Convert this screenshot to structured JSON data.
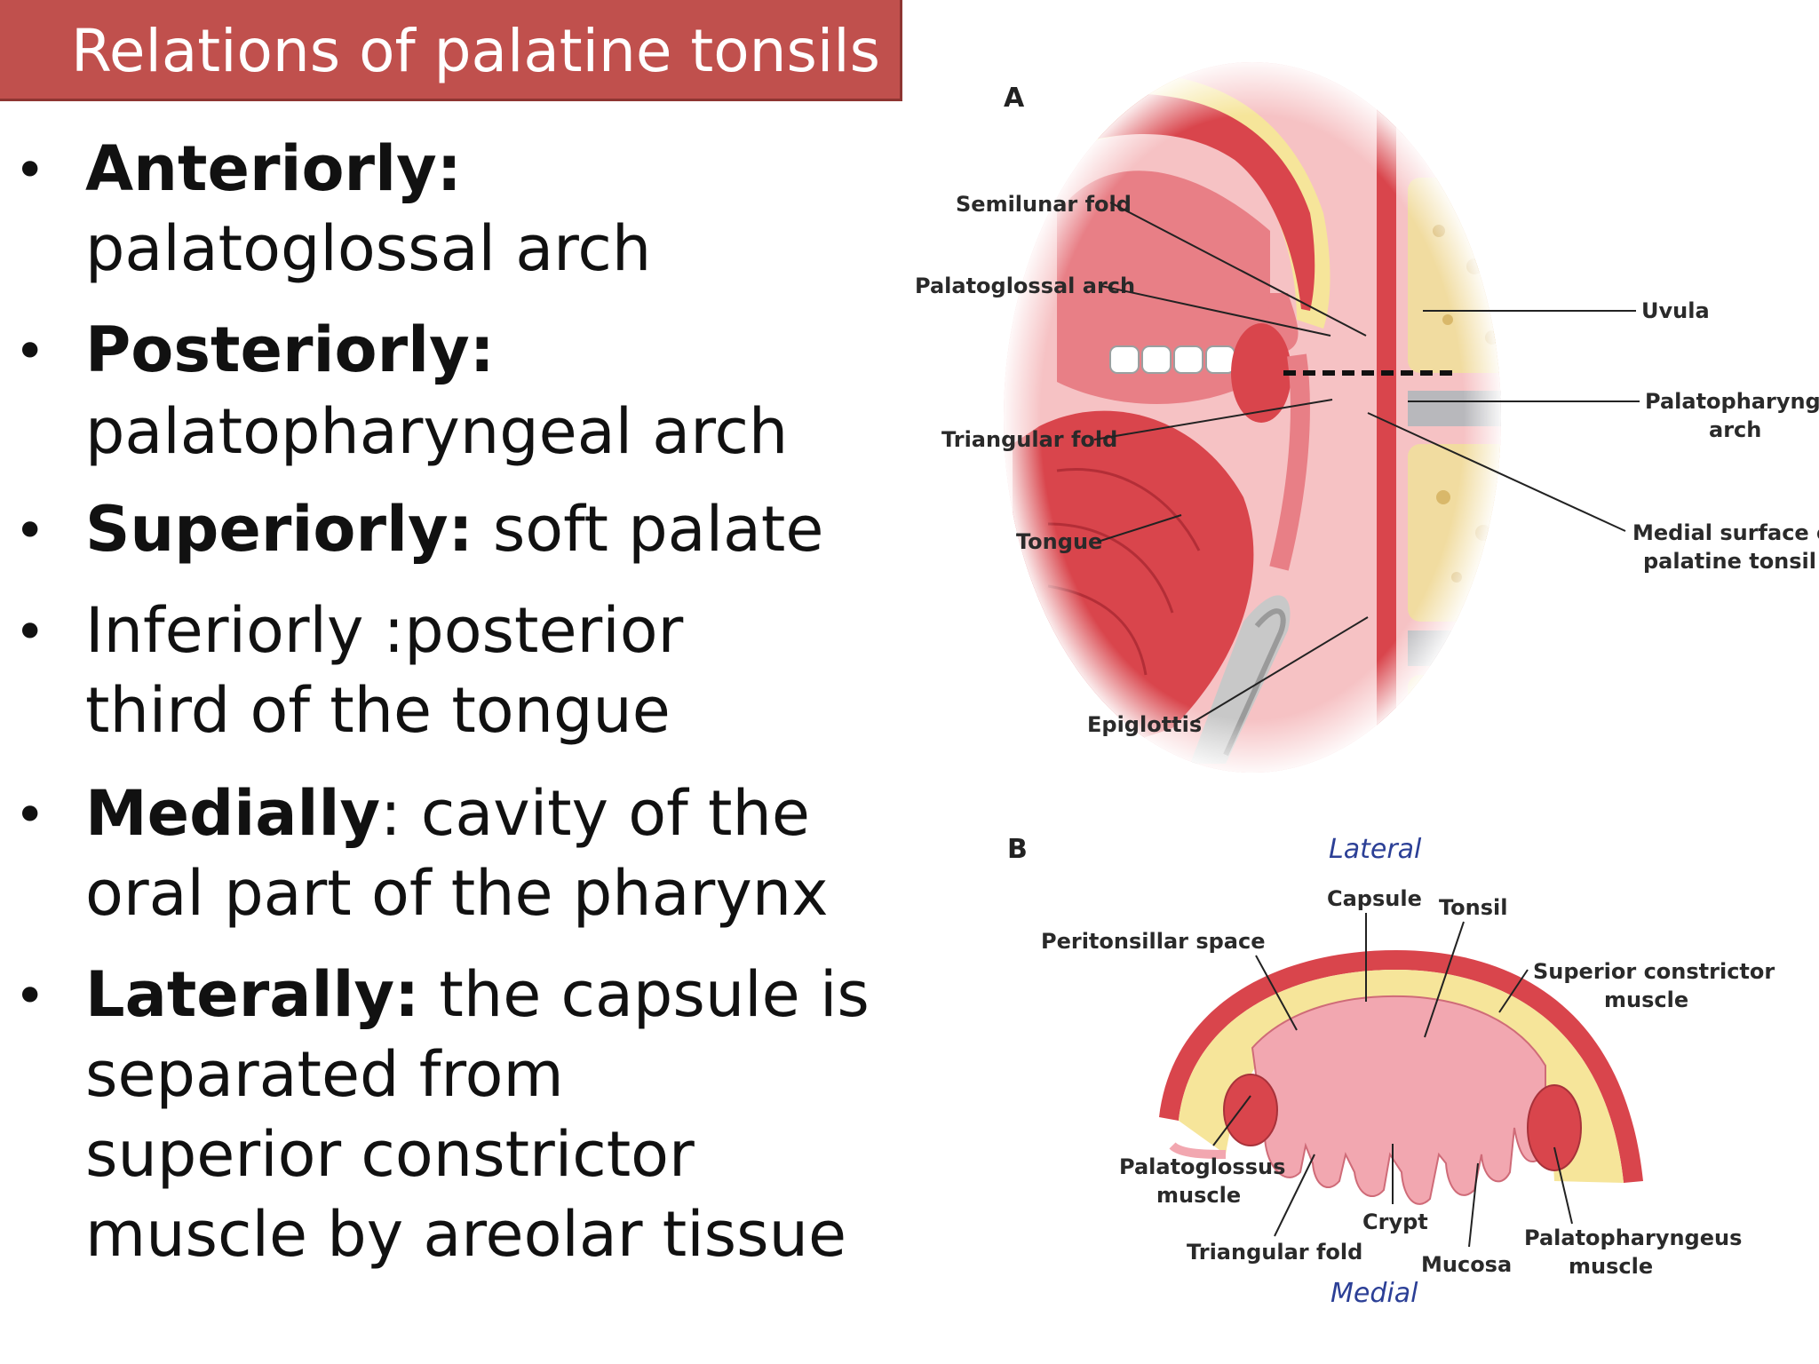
{
  "title": "Relations of palatine tonsils",
  "bullets": [
    {
      "lines": [
        {
          "bold": "Anteriorly:",
          "rest": ""
        },
        {
          "bold": "",
          "rest": "palatoglossal arch"
        }
      ]
    },
    {
      "lines": [
        {
          "bold": "Posteriorly:",
          "rest": ""
        },
        {
          "bold": "",
          "rest": "palatopharyngeal arch"
        }
      ]
    },
    {
      "lines": [
        {
          "bold": "Superiorly:",
          "rest": " soft palate"
        }
      ]
    },
    {
      "lines": [
        {
          "bold": "",
          "rest": "Inferiorly :posterior"
        },
        {
          "bold": "",
          "rest": "third of the tongue"
        }
      ]
    },
    {
      "lines": [
        {
          "bold": "Medially",
          "rest": ": cavity of the"
        },
        {
          "bold": "",
          "rest": "oral part of the pharynx"
        }
      ]
    },
    {
      "lines": [
        {
          "bold": "Laterally:",
          "rest": " the capsule is"
        },
        {
          "bold": "",
          "rest": "separated from"
        },
        {
          "bold": "",
          "rest": "superior constrictor"
        },
        {
          "bold": "",
          "rest": "muscle by areolar tissue"
        }
      ]
    }
  ],
  "figure_a": {
    "panel_label": "A",
    "semilunar_fold": "Semilunar fold",
    "palatoglossal_arch": "Palatoglossal arch",
    "triangular_fold": "Triangular fold",
    "tongue": "Tongue",
    "epiglottis": "Epiglottis",
    "uvula": "Uvula",
    "palatopharyngeal_arch_1": "Palatopharyngeal",
    "palatopharyngeal_arch_2": "arch",
    "medial_surface_1": "Medial surface of",
    "medial_surface_2": "palatine tonsil"
  },
  "figure_b": {
    "panel_label": "B",
    "lateral": "Lateral",
    "medial": "Medial",
    "capsule": "Capsule",
    "tonsil": "Tonsil",
    "peritonsillar_space": "Peritonsillar space",
    "superior_constrictor_1": "Superior constrictor",
    "superior_constrictor_2": "muscle",
    "palatoglossus_1": "Palatoglossus",
    "palatoglossus_2": "muscle",
    "crypt": "Crypt",
    "triangular_fold": "Triangular fold",
    "mucosa": "Mucosa",
    "palatopharyngeus_1": "Palatopharyngeus",
    "palatopharyngeus_2": "muscle"
  },
  "colors": {
    "banner": "#c0504d",
    "muscle_red": "#d9454c",
    "pink": "#f2a7b0",
    "fat_yellow": "#f6e59a",
    "bone": "#f1dca0",
    "label_blue": "#2b3f96"
  }
}
